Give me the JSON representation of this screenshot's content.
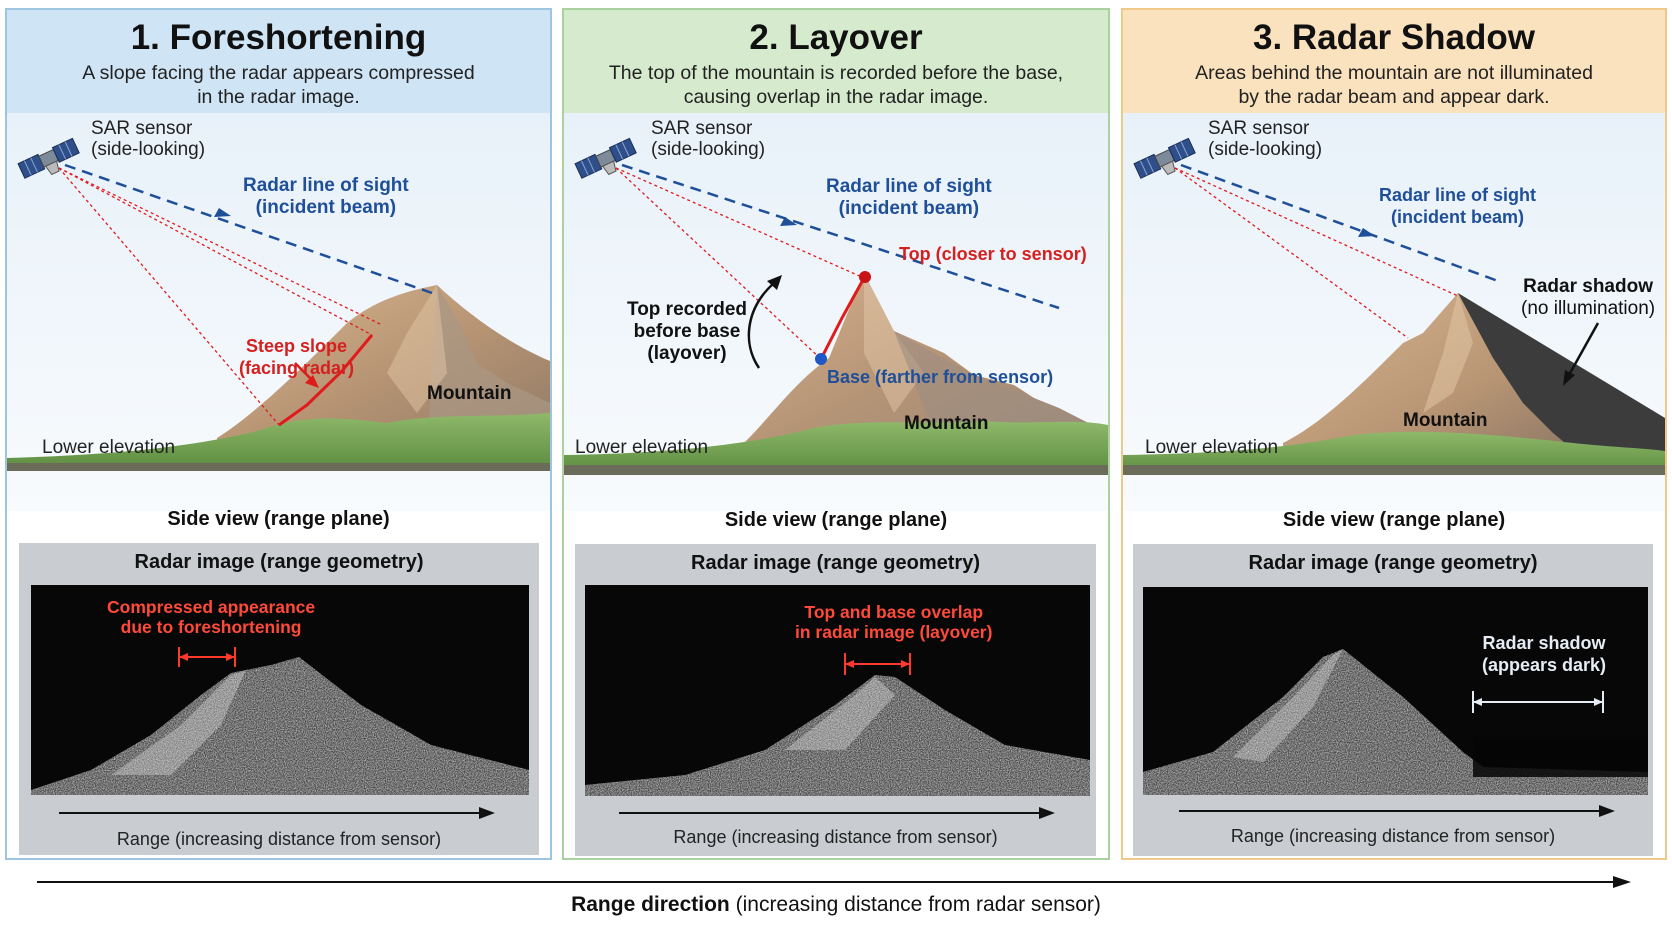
{
  "panels": [
    {
      "title": "1. Foreshortening",
      "subtitle_line1": "A slope facing the radar appears compressed",
      "subtitle_line2": "in the radar image.",
      "sensor_line1": "SAR sensor",
      "sensor_line2": "(side-looking)",
      "los_line1": "Radar line of sight",
      "los_line2": "(incident beam)",
      "annot_red_line1": "Steep slope",
      "annot_red_line2": "(facing radar)",
      "mountain": "Mountain",
      "lower_elevation": "Lower elevation",
      "side_view": "Side view (range plane)",
      "radar_title": "Radar image (range geometry)",
      "radar_annot_line1": "Compressed appearance",
      "radar_annot_line2": "due to foreshortening",
      "range_caption": "Range (increasing distance from sensor)"
    },
    {
      "title": "2. Layover",
      "subtitle_line1": "The top of the mountain is recorded before the base,",
      "subtitle_line2": "causing overlap in the radar image.",
      "sensor_line1": "SAR sensor",
      "sensor_line2": "(side-looking)",
      "los_line1": "Radar line of sight",
      "los_line2": "(incident beam)",
      "top_label": "Top (closer to sensor)",
      "base_label": "Base (farther from sensor)",
      "layover_line1": "Top recorded",
      "layover_line2": "before base",
      "layover_line3": "(layover)",
      "mountain": "Mountain",
      "lower_elevation": "Lower elevation",
      "side_view": "Side view (range plane)",
      "radar_title": "Radar image (range geometry)",
      "radar_annot_line1": "Top and base overlap",
      "radar_annot_line2": "in radar image (layover)",
      "range_caption": "Range (increasing distance from sensor)"
    },
    {
      "title": "3. Radar Shadow",
      "subtitle_line1": "Areas behind the mountain are not illuminated",
      "subtitle_line2": "by the radar beam and appear dark.",
      "sensor_line1": "SAR sensor",
      "sensor_line2": "(side-looking)",
      "los_line1": "Radar line of sight",
      "los_line2": "(incident beam)",
      "shadow_line1": "Radar shadow",
      "shadow_line2": "(no illumination)",
      "mountain": "Mountain",
      "lower_elevation": "Lower elevation",
      "side_view": "Side view (range plane)",
      "radar_title": "Radar image (range geometry)",
      "radar_annot_line1": "Radar shadow",
      "radar_annot_line2": "(appears dark)",
      "range_caption": "Range (increasing distance from sensor)"
    }
  ],
  "footer": {
    "range_bold": "Range direction",
    "range_rest": " (increasing distance from radar sensor)"
  },
  "colors": {
    "panel1_header": "#cfe5f6",
    "panel2_header": "#d6ebce",
    "panel3_header": "#f9e2bd",
    "beam_blue": "#1f4f99",
    "annotation_red": "#d4211f",
    "shadow_dark": "#3a3a3a"
  }
}
